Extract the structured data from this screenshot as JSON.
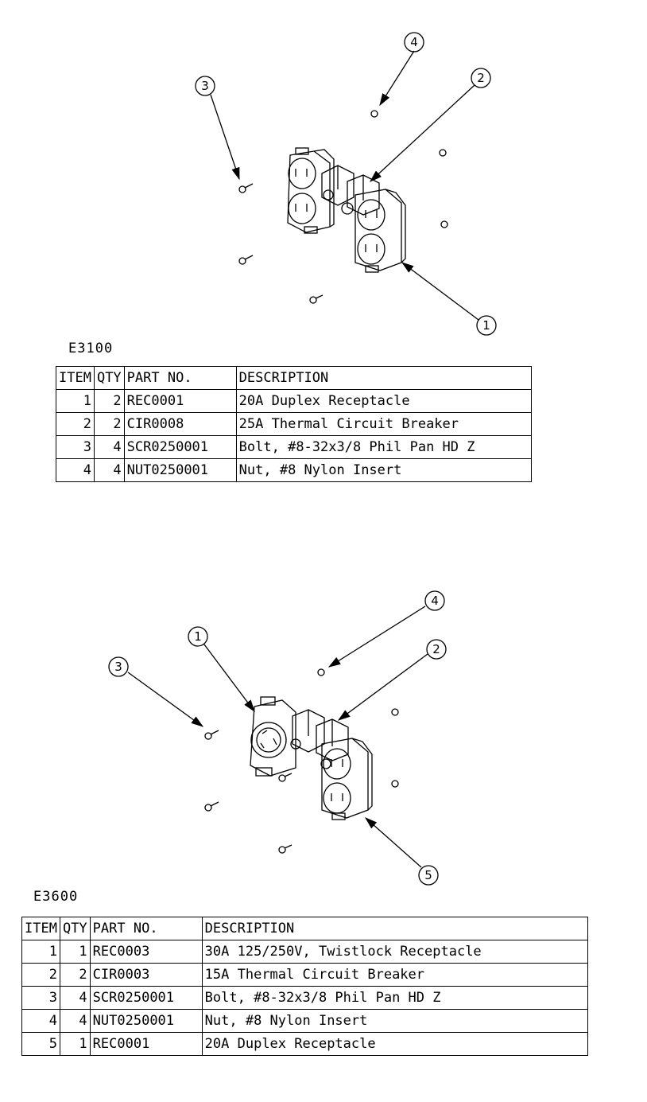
{
  "assemblies": [
    {
      "model": "E3100",
      "columns": [
        "ITEM",
        "QTY",
        "PART NO.",
        "DESCRIPTION"
      ],
      "rows": [
        {
          "item": "1",
          "qty": "2",
          "part": "REC0001",
          "desc": "20A Duplex Receptacle"
        },
        {
          "item": "2",
          "qty": "2",
          "part": "CIR0008",
          "desc": "25A Thermal Circuit Breaker"
        },
        {
          "item": "3",
          "qty": "4",
          "part": "SCR0250001",
          "desc": "Bolt, #8-32x3/8 Phil Pan HD Z"
        },
        {
          "item": "4",
          "qty": "4",
          "part": "NUT0250001",
          "desc": "Nut, #8 Nylon Insert"
        }
      ],
      "callouts": [
        "1",
        "2",
        "3",
        "4"
      ]
    },
    {
      "model": "E3600",
      "columns": [
        "ITEM",
        "QTY",
        "PART NO.",
        "DESCRIPTION"
      ],
      "rows": [
        {
          "item": "1",
          "qty": "1",
          "part": "REC0003",
          "desc": "30A 125/250V, Twistlock Receptacle"
        },
        {
          "item": "2",
          "qty": "2",
          "part": "CIR0003",
          "desc": "15A Thermal Circuit Breaker"
        },
        {
          "item": "3",
          "qty": "4",
          "part": "SCR0250001",
          "desc": "Bolt, #8-32x3/8 Phil Pan HD Z"
        },
        {
          "item": "4",
          "qty": "4",
          "part": "NUT0250001",
          "desc": "Nut, #8 Nylon Insert"
        },
        {
          "item": "5",
          "qty": "1",
          "part": "REC0001",
          "desc": "20A Duplex Receptacle"
        }
      ],
      "callouts": [
        "1",
        "2",
        "3",
        "4",
        "5"
      ]
    }
  ]
}
